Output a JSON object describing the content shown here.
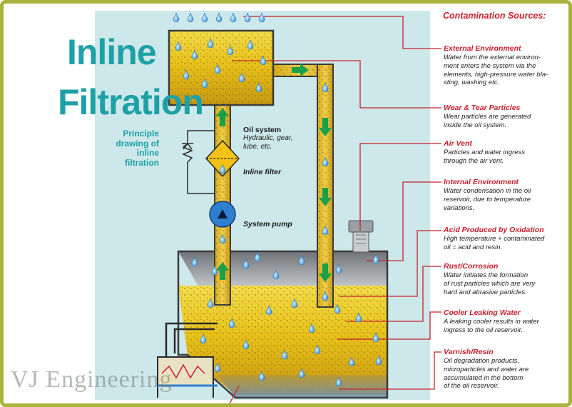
{
  "title_line1": "Inline",
  "title_line2": "Filtration",
  "subtitle": "Principle drawing of inline filtration",
  "labels": {
    "oil_system_title": "Oil system",
    "oil_system_desc": "Hydraulic, gear, lube, etc.",
    "inline_filter": "Inline filter",
    "system_pump": "System pump"
  },
  "sources_heading": "Contamination Sources:",
  "sources": [
    {
      "title": "External Environment",
      "desc": [
        "Water from the external environ-",
        "ment enters the system via the",
        "elements, high-pressure water bla-",
        "sting, washing etc."
      ]
    },
    {
      "title": "Wear & Tear Particles",
      "desc": [
        "Wear particles are generated",
        "inside the oil system."
      ]
    },
    {
      "title": "Air Vent",
      "desc": [
        "Particles and water ingress",
        "through the air vent."
      ]
    },
    {
      "title": "Internal Environment",
      "desc": [
        "Water condensation in the oil",
        "reservoir, due to temperature",
        "variations."
      ]
    },
    {
      "title": "Acid Produced by Oxidation",
      "desc": [
        "High temperature + contaminated",
        "oil = acid and resin."
      ]
    },
    {
      "title": "Rust/Corrosion",
      "desc": [
        "Water initiates the formation",
        "of rust particles which are very",
        "hard and abrasive particles."
      ]
    },
    {
      "title": "Cooler Leaking Water",
      "desc": [
        "A leaking cooler results in water",
        "ingress to the oil reservoir."
      ]
    },
    {
      "title": "Varnish/Resin",
      "desc": [
        "Oil degradation products,",
        "microparticles and water are",
        "accumulated in the bottom",
        "of the oil reservoir."
      ]
    }
  ],
  "watermark": {
    "part1": "VJ",
    "part2": "Engineering"
  },
  "colors": {
    "frame": "#a9b23a",
    "accent_text": "#1ea0a7",
    "source_red": "#c8202e",
    "oil_yellow": "#e8c21a",
    "water_blue": "#3b8fd6"
  },
  "icons": [
    "water-drop-icon",
    "flow-arrow-icon",
    "pump-icon",
    "filter-icon",
    "check-valve-icon",
    "air-vent-icon",
    "cooler-icon"
  ]
}
